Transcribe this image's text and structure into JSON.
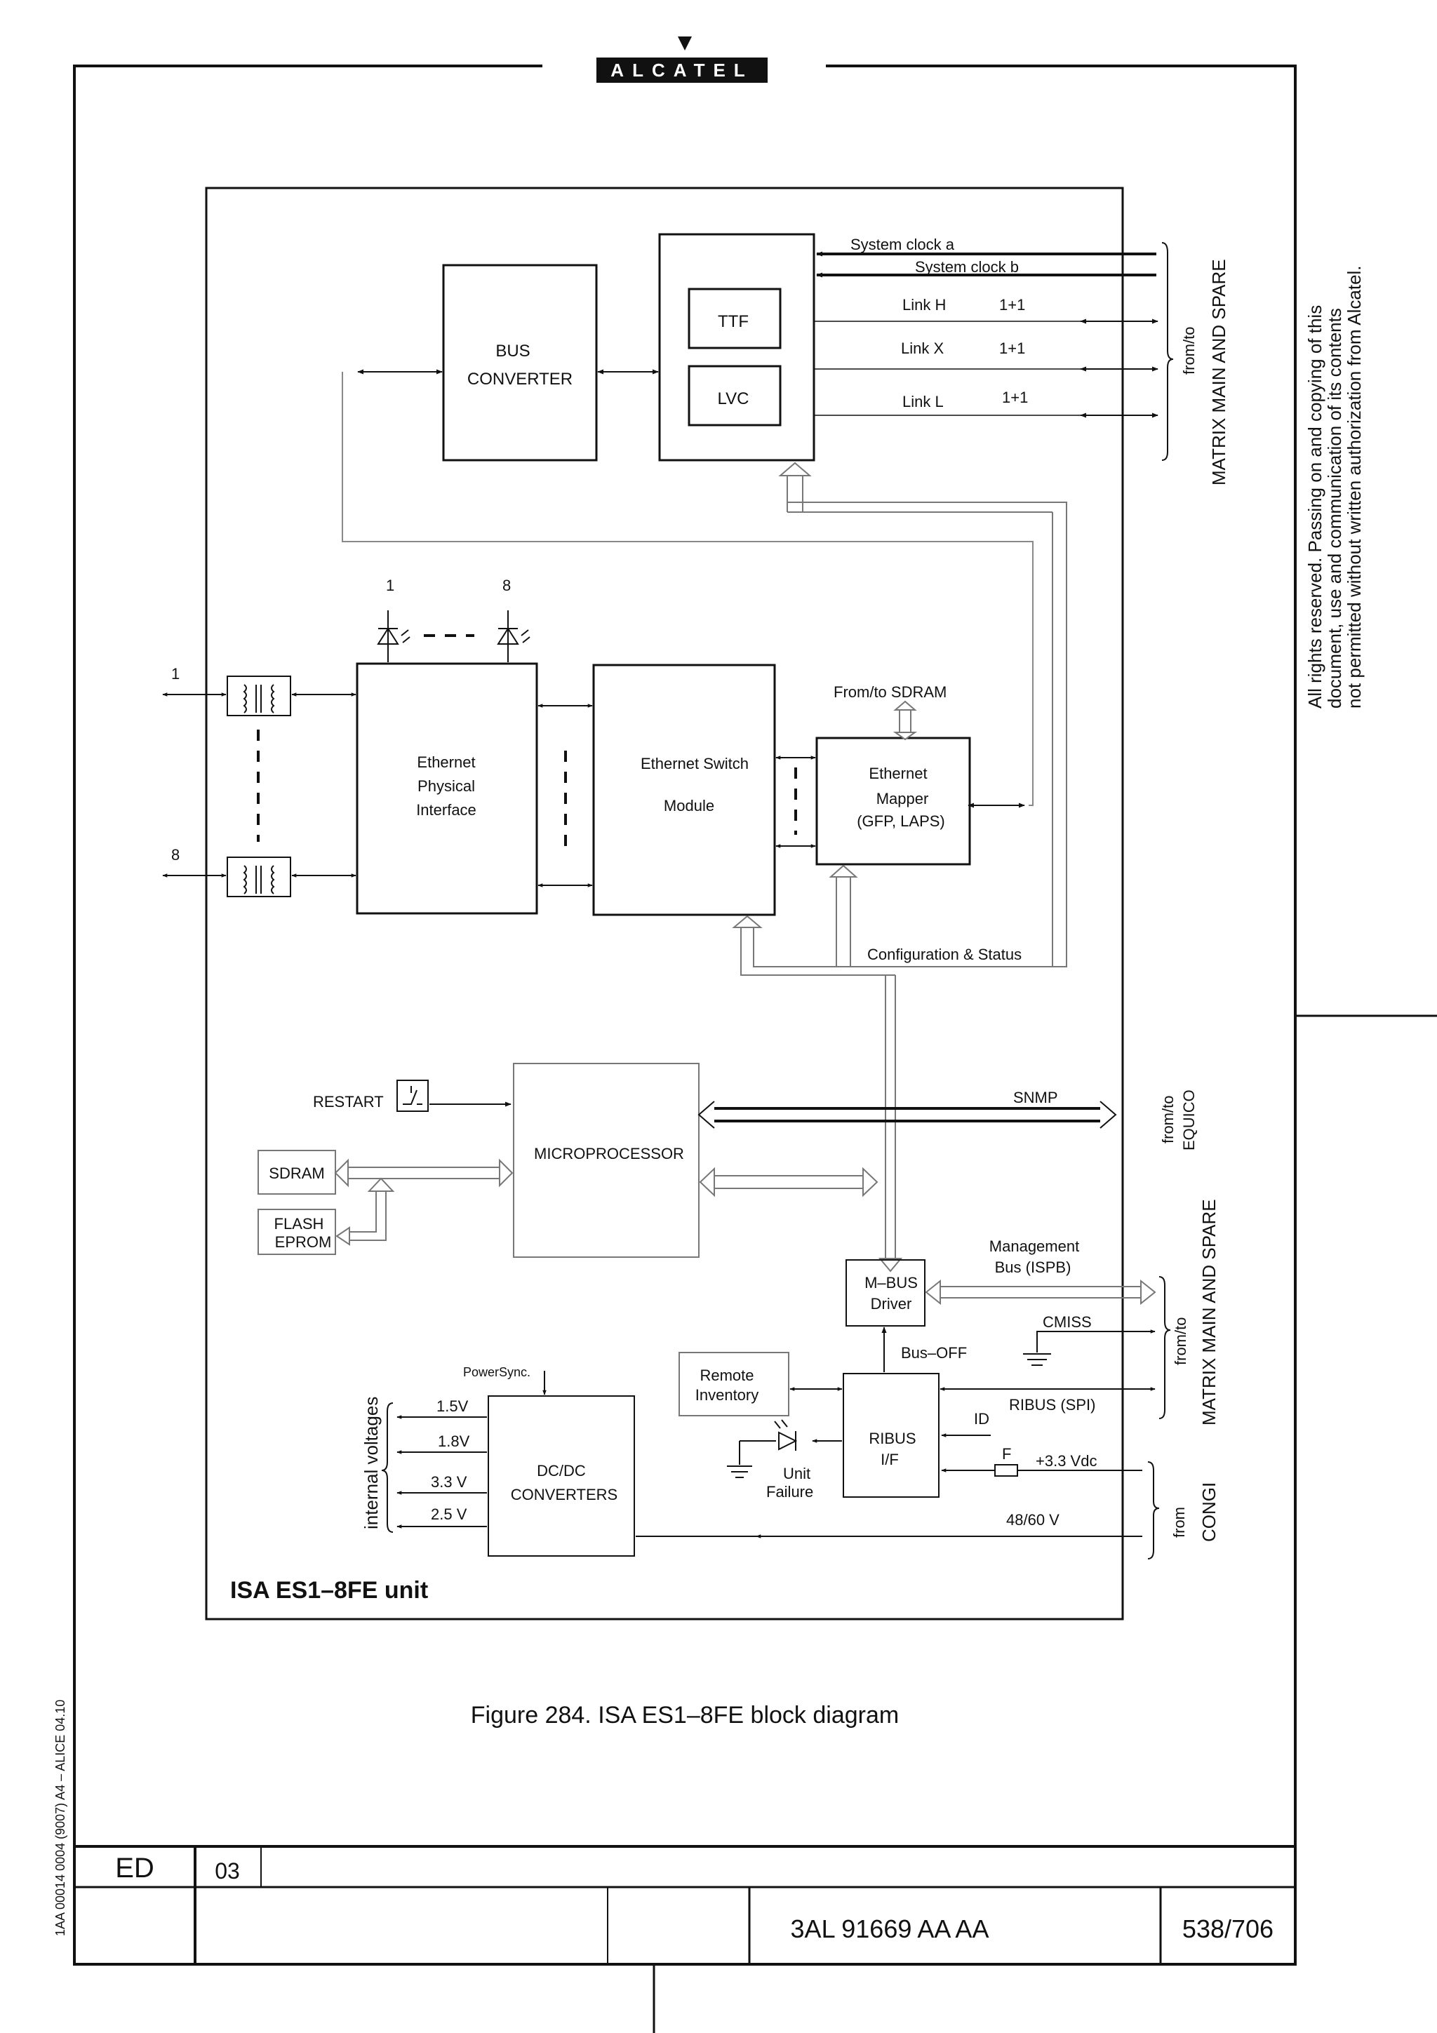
{
  "header": {
    "logo_text": "ALCATEL"
  },
  "copyright_lines": [
    "All rights reserved. Passing on and copying of this",
    "document, use and communication of its contents",
    "not permitted without written authorization from Alcatel."
  ],
  "side_code": "1AA 00014 0004 (9007) A4 – ALICE 04.10",
  "diagram": {
    "unit_label": "ISA ES1–8FE unit",
    "blocks": {
      "bus_converter": [
        "BUS",
        "CONVERTER"
      ],
      "ttf": "TTF",
      "lvc": "LVC",
      "eth_phy": [
        "Ethernet",
        "Physical",
        "Interface"
      ],
      "eth_switch": [
        "Ethernet  Switch",
        "Module"
      ],
      "eth_mapper": [
        "Ethernet",
        "Mapper",
        "(GFP, LAPS)"
      ],
      "microprocessor": "MICROPROCESSOR",
      "sdram": "SDRAM",
      "flash": [
        "FLASH",
        "EPROM"
      ],
      "mbus": [
        "M–BUS",
        "Driver"
      ],
      "remote_inventory": [
        "Remote",
        "Inventory"
      ],
      "ribus_if": [
        "RIBUS",
        "I/F"
      ],
      "dcdc": [
        "DC/DC",
        "CONVERTERS"
      ]
    },
    "labels": {
      "sys_clock_a": "System clock a",
      "sys_clock_b": "System clock b",
      "link_h": "Link H",
      "link_x": "Link X",
      "link_l": "Link L",
      "redundancy": "1+1",
      "from_to": "from/to",
      "matrix_main_spare": "MATRIX  MAIN AND SPARE",
      "led_first": "1",
      "led_last": "8",
      "port_first": "1",
      "port_last": "8",
      "from_to_sdram": "From/to SDRAM",
      "config_status": "Configuration & Status",
      "restart": "RESTART",
      "snmp": "SNMP",
      "from_to_equico": [
        "from/to",
        "EQUICO"
      ],
      "management_bus": [
        "Management",
        "Bus (ISPB)"
      ],
      "cmiss": "CMISS",
      "bus_off": "Bus–OFF",
      "ribus_spi": "RIBUS (SPI)",
      "id": "ID",
      "f": "F",
      "v33": "+3.3 Vdc",
      "v4860": "48/60 V",
      "from": "from",
      "congi": "CONGI",
      "unit_failure": [
        "Unit",
        "Failure"
      ],
      "power_sync": "PowerSync.",
      "internal_voltages": "internal voltages",
      "v15": "1.5V",
      "v18": "1.8V",
      "v33b": "3.3 V",
      "v25": "2.5 V"
    }
  },
  "caption": "Figure 284. ISA ES1–8FE block diagram",
  "title_block": {
    "ed_label": "ED",
    "ed_value": "03",
    "doc_number": "3AL 91669 AA  AA",
    "page": "538/706"
  }
}
